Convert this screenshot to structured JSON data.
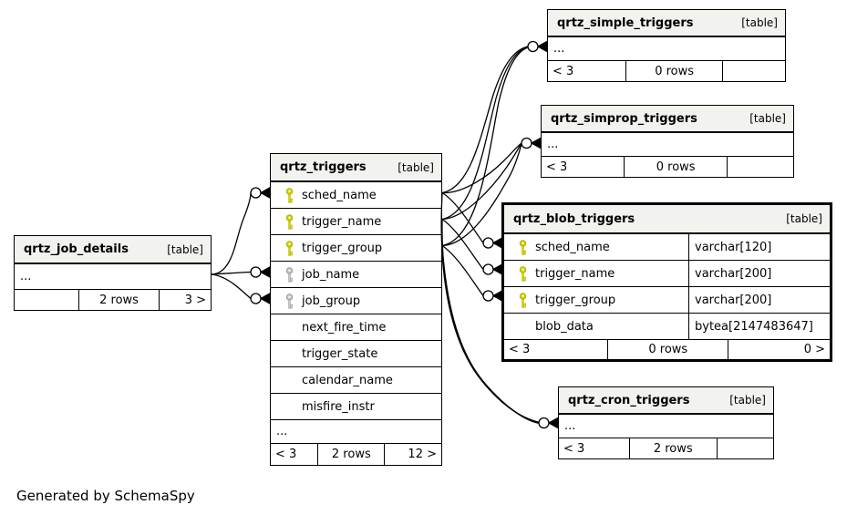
{
  "diagram": {
    "generator_note": "Generated by SchemaSpy",
    "table_badge": "[table]"
  },
  "colors": {
    "table_header_bg": "#f2f2ef",
    "border": "#000000",
    "primary_key_icon": "#d6d600",
    "foreign_key_icon": "#c8c8c8",
    "table_bg": "#ffffff"
  },
  "tables": [
    {
      "name": "qrtz_job_details",
      "tag": "[table]",
      "ellipsis": "...",
      "footer": {
        "left": "",
        "center": "2 rows",
        "right": "3 >"
      }
    },
    {
      "name": "qrtz_triggers",
      "tag": "[table]",
      "columns": [
        {
          "name": "sched_name",
          "key": "primary"
        },
        {
          "name": "trigger_name",
          "key": "primary"
        },
        {
          "name": "trigger_group",
          "key": "primary"
        },
        {
          "name": "job_name",
          "key": "foreign"
        },
        {
          "name": "job_group",
          "key": "foreign"
        },
        {
          "name": "next_fire_time",
          "key": "none"
        },
        {
          "name": "trigger_state",
          "key": "none"
        },
        {
          "name": "calendar_name",
          "key": "none"
        },
        {
          "name": "misfire_instr",
          "key": "none"
        }
      ],
      "ellipsis": "...",
      "footer": {
        "left": "< 3",
        "center": "2 rows",
        "right": "12 >"
      }
    },
    {
      "name": "qrtz_simple_triggers",
      "tag": "[table]",
      "ellipsis": "...",
      "footer": {
        "left": "< 3",
        "center": "0 rows",
        "right": ""
      }
    },
    {
      "name": "qrtz_simprop_triggers",
      "tag": "[table]",
      "ellipsis": "...",
      "footer": {
        "left": "< 3",
        "center": "0 rows",
        "right": ""
      }
    },
    {
      "name": "qrtz_blob_triggers",
      "tag": "[table]",
      "emphasized": true,
      "columns": [
        {
          "name": "sched_name",
          "key": "primary",
          "type": "varchar[120]"
        },
        {
          "name": "trigger_name",
          "key": "primary",
          "type": "varchar[200]"
        },
        {
          "name": "trigger_group",
          "key": "primary",
          "type": "varchar[200]"
        },
        {
          "name": "blob_data",
          "key": "none",
          "type": "bytea[2147483647]"
        }
      ],
      "footer": {
        "left": "< 3",
        "center": "0 rows",
        "right": "0 >"
      }
    },
    {
      "name": "qrtz_cron_triggers",
      "tag": "[table]",
      "ellipsis": "...",
      "footer": {
        "left": "< 3",
        "center": "2 rows",
        "right": ""
      }
    }
  ],
  "relationships": [
    {
      "child": "qrtz_triggers.sched_name",
      "parent": "qrtz_job_details"
    },
    {
      "child": "qrtz_triggers.job_name",
      "parent": "qrtz_job_details"
    },
    {
      "child": "qrtz_triggers.job_group",
      "parent": "qrtz_job_details"
    },
    {
      "child": "qrtz_simple_triggers",
      "parent": "qrtz_triggers.sched_name"
    },
    {
      "child": "qrtz_simple_triggers",
      "parent": "qrtz_triggers.trigger_name"
    },
    {
      "child": "qrtz_simple_triggers",
      "parent": "qrtz_triggers.trigger_group"
    },
    {
      "child": "qrtz_simprop_triggers",
      "parent": "qrtz_triggers.sched_name"
    },
    {
      "child": "qrtz_simprop_triggers",
      "parent": "qrtz_triggers.trigger_name"
    },
    {
      "child": "qrtz_simprop_triggers",
      "parent": "qrtz_triggers.trigger_group"
    },
    {
      "child": "qrtz_blob_triggers.sched_name",
      "parent": "qrtz_triggers.sched_name"
    },
    {
      "child": "qrtz_blob_triggers.trigger_name",
      "parent": "qrtz_triggers.trigger_name"
    },
    {
      "child": "qrtz_blob_triggers.trigger_group",
      "parent": "qrtz_triggers.trigger_group"
    },
    {
      "child": "qrtz_cron_triggers",
      "parent": "qrtz_triggers.sched_name"
    },
    {
      "child": "qrtz_cron_triggers",
      "parent": "qrtz_triggers.trigger_name"
    },
    {
      "child": "qrtz_cron_triggers",
      "parent": "qrtz_triggers.trigger_group"
    }
  ]
}
